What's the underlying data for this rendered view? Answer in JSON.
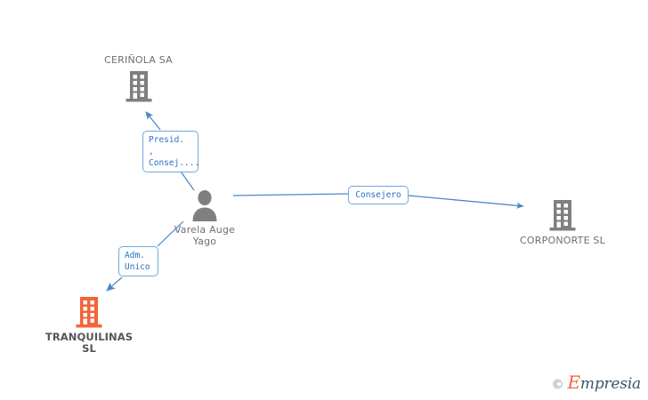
{
  "graph": {
    "title": "Varela Auge Yago - relationship graph",
    "background_color": "#ffffff",
    "edge_color": "#4a86c8",
    "company_icon_color": "#7f7f7f",
    "highlight_icon_color": "#f4633a",
    "person_icon_color": "#7f7f7f",
    "label_border_color": "#6fa8e0",
    "label_text_color": "#2a6fc4"
  },
  "nodes": [
    {
      "id": "cerinola",
      "label": "CERIÑOLA SA",
      "icon": "office-building-icon",
      "type": "company",
      "caption_position": "above"
    },
    {
      "id": "person",
      "label": "Varela Auge\nYago",
      "icon": "person-icon",
      "type": "person",
      "caption_position": "below"
    },
    {
      "id": "corponorte",
      "label": "CORPONORTE SL",
      "icon": "office-building-icon",
      "type": "company",
      "caption_position": "below"
    },
    {
      "id": "tranquilinas",
      "label": "TRANQUILINAS SL",
      "icon": "office-building-icon",
      "type": "company",
      "caption_position": "below",
      "highlighted": true
    }
  ],
  "relations": [
    {
      "id": "rel-cerinola",
      "label": "Presid. ,\nConsej....",
      "from": "person",
      "to": "cerinola"
    },
    {
      "id": "rel-corponorte",
      "label": "Consejero",
      "from": "person",
      "to": "corponorte"
    },
    {
      "id": "rel-tranquilinas",
      "label": "Adm.\nUnico",
      "from": "person",
      "to": "tranquilinas"
    }
  ],
  "watermark": {
    "copyright": "©",
    "brand_first_letter": "E",
    "brand_rest": "mpresia"
  }
}
